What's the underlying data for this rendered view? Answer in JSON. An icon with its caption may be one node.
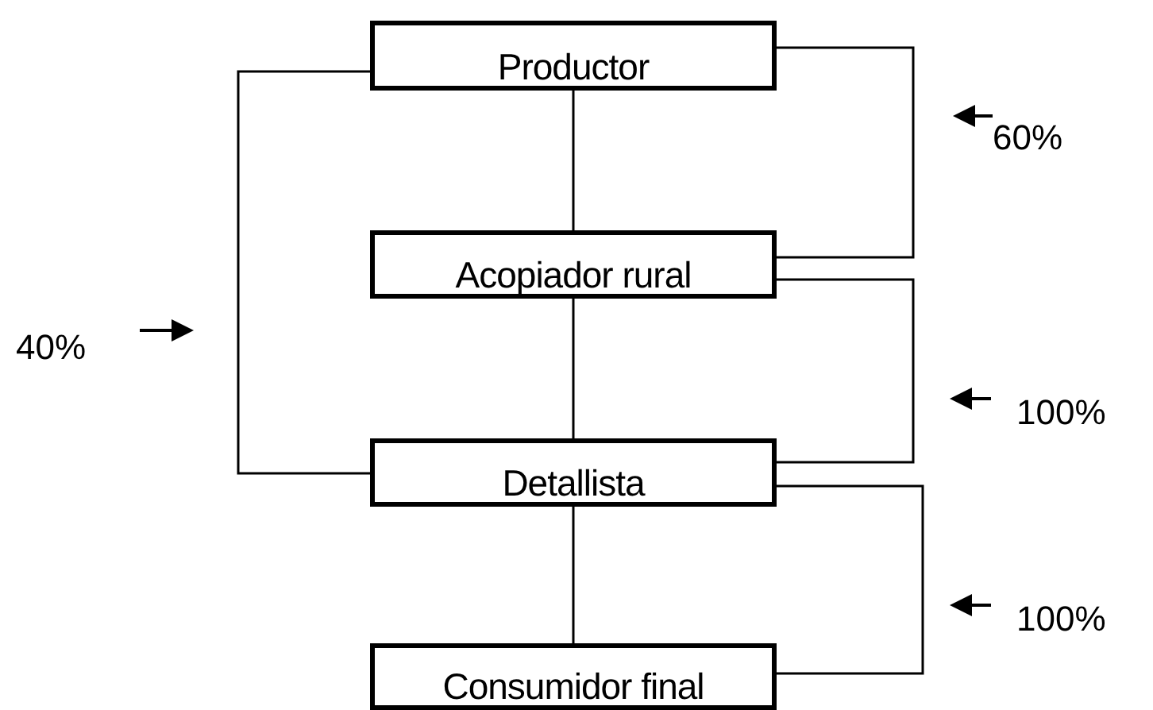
{
  "diagram": {
    "nodes": [
      {
        "text": [
          "Productor"
        ]
      },
      {
        "text": [
          "Acopiador rural"
        ]
      },
      {
        "text": [
          "Detallista"
        ]
      },
      {
        "text": [
          "Consumidor final"
        ]
      }
    ],
    "edges": [
      {
        "from": 0,
        "to": 1,
        "arrow": "none"
      },
      {
        "from": 1,
        "to": 2,
        "arrow": "none"
      },
      {
        "from": 2,
        "to": 3,
        "arrow": "none"
      },
      {
        "from": 0,
        "to": 2,
        "arrow": "none"
      },
      {
        "from": 0,
        "to": 1,
        "arrow": "none"
      },
      {
        "from": 1,
        "to": 2,
        "arrow": "none"
      },
      {
        "from": 2,
        "to": 3,
        "arrow": "none"
      }
    ],
    "labels": [
      "60%",
      "40%",
      "100%",
      "100%"
    ]
  }
}
